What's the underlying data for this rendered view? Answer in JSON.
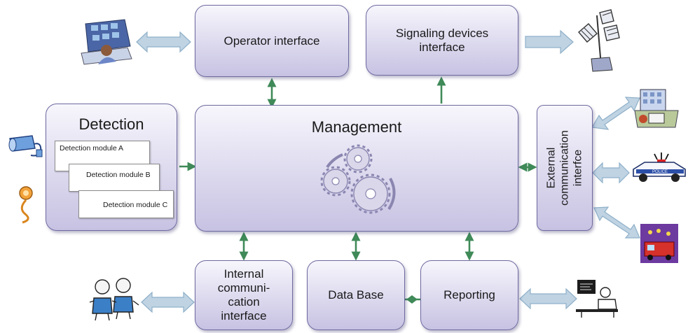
{
  "boxes": {
    "operator": "Operator interface",
    "signaling": "Signaling devices\ninterface",
    "detection": "Detection",
    "management": "Management",
    "external": "External\ncommunication\ninterfce",
    "internal": "Internal\ncommuni-\ncation\ninterface",
    "database": "Data Base",
    "reporting": "Reporting"
  },
  "modules": [
    "Detection module A",
    "Detection module B",
    "Detection module C"
  ],
  "icons": [
    "operator-workstation-icon",
    "signaling-devices-icon",
    "camera-icon",
    "microphone-icon",
    "building-icon",
    "police-car-icon",
    "fire-truck-icon",
    "personnel-icon",
    "reporting-desk-icon",
    "gears-icon"
  ],
  "colors": {
    "box_border": "#6e6aa0",
    "box_fill": "#dcd9ee",
    "connector": "#3f8a58",
    "wide_arrow": "#b9cfe0"
  }
}
